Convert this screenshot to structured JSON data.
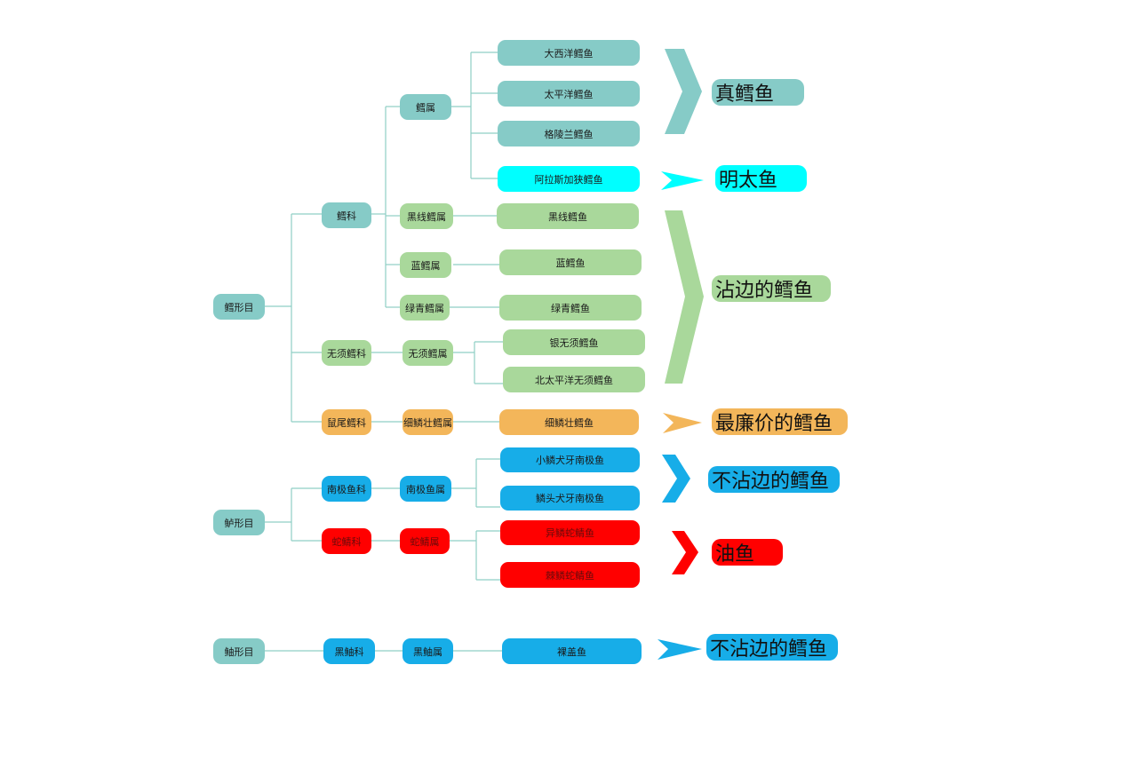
{
  "orders": [
    {
      "label": "鳕形目"
    },
    {
      "label": "鲈形目"
    },
    {
      "label": "鲉形目"
    }
  ],
  "families": [
    {
      "label": "鳕科"
    },
    {
      "label": "无须鳕科"
    },
    {
      "label": "鼠尾鳕科"
    },
    {
      "label": "南极鱼科"
    },
    {
      "label": "蛇鲭科"
    },
    {
      "label": "黑鲉科"
    }
  ],
  "genera": [
    {
      "label": "鳕属"
    },
    {
      "label": "黑线鳕属"
    },
    {
      "label": "蓝鳕属"
    },
    {
      "label": "绿青鳕属"
    },
    {
      "label": "无须鳕属"
    },
    {
      "label": "细鳞壮鳕属"
    },
    {
      "label": "南极鱼属"
    },
    {
      "label": "蛇鲭属"
    },
    {
      "label": "黑鲉属"
    }
  ],
  "species": [
    {
      "label": "大西洋鳕鱼"
    },
    {
      "label": "太平洋鳕鱼"
    },
    {
      "label": "格陵兰鳕鱼"
    },
    {
      "label": "阿拉斯加狭鳕鱼"
    },
    {
      "label": "黑线鳕鱼"
    },
    {
      "label": "蓝鳕鱼"
    },
    {
      "label": "绿青鳕鱼"
    },
    {
      "label": "银无须鳕鱼"
    },
    {
      "label": "北太平洋无须鳕鱼"
    },
    {
      "label": "细鳞壮鳕鱼"
    },
    {
      "label": "小鳞犬牙南极鱼"
    },
    {
      "label": "鳞头犬牙南极鱼"
    },
    {
      "label": "异鳞蛇鲭鱼"
    },
    {
      "label": "棘鳞蛇鲭鱼"
    },
    {
      "label": "裸盖鱼"
    }
  ],
  "categories": [
    {
      "label": "真鳕鱼"
    },
    {
      "label": "明太鱼"
    },
    {
      "label": "沾边的鳕鱼"
    },
    {
      "label": "最廉价的鳕鱼"
    },
    {
      "label": "不沾边的鳕鱼"
    },
    {
      "label": "油鱼"
    },
    {
      "label": "不沾边的鳕鱼"
    }
  ],
  "colors": {
    "teal": "#86cbc7",
    "cyan": "#00ffff",
    "green": "#a9d89b",
    "orange": "#f3b65a",
    "blue": "#17ade8",
    "red": "#ff0000",
    "connector": "#8fcfc5"
  }
}
